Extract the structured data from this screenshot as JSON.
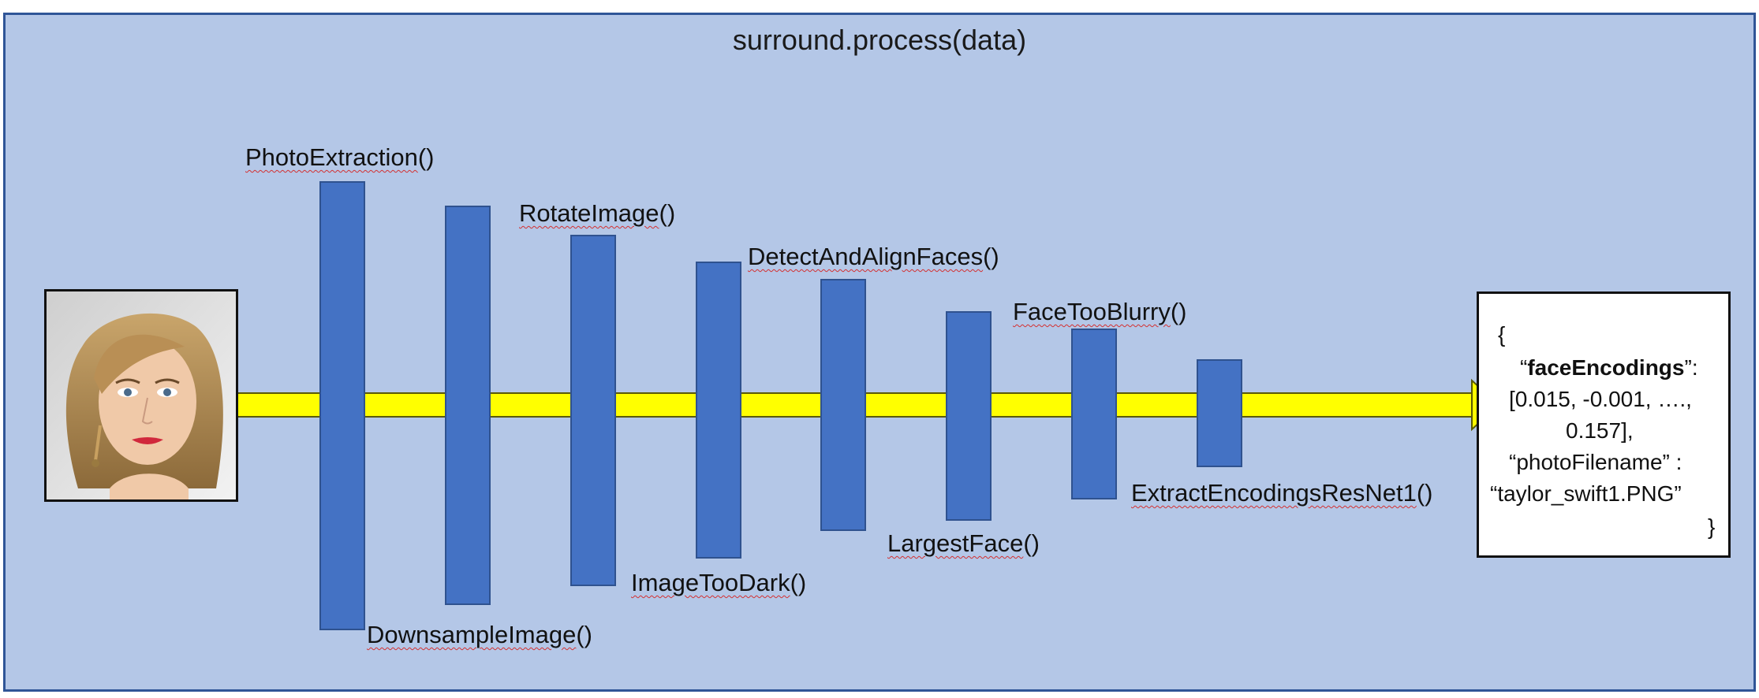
{
  "title": "surround.process(data)",
  "colors": {
    "background": "#b4c7e7",
    "frame_border": "#2f5597",
    "stage_fill": "#4472c4",
    "arrow_fill": "#ffff00",
    "spellcheck": "#d43030"
  },
  "input": {
    "icon": "face-photo-icon"
  },
  "stages": [
    {
      "name": "PhotoExtraction",
      "suffix": "()"
    },
    {
      "name": "DownsampleImage",
      "suffix": "()"
    },
    {
      "name": "RotateImage",
      "suffix": "()"
    },
    {
      "name": "ImageTooDark",
      "suffix": "()"
    },
    {
      "name": "DetectAndAlignFaces",
      "suffix": "()"
    },
    {
      "name": "LargestFace",
      "suffix": "()"
    },
    {
      "name": "FaceTooBlurry",
      "suffix": "()"
    },
    {
      "name": "ExtractEncodingsResNet1",
      "suffix": "()"
    }
  ],
  "output": {
    "open": "{",
    "key1_quote_open": "“",
    "key1": "faceEncodings",
    "key1_quote_close": "”:",
    "values_line1": "[0.015, -0.001, ….,",
    "values_line2": "0.157],",
    "key2_line": "“photoFilename” :",
    "value2_line": "“taylor_swift1.PNG”",
    "close": "}"
  }
}
